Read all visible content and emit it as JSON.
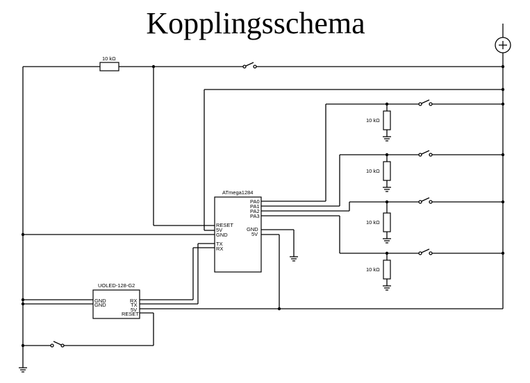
{
  "title": "Kopplingsschema",
  "resistor_label": "10 kΩ",
  "mcu": {
    "name": "ATmega1284",
    "left_pins": [
      "RESET",
      "5V",
      "GND",
      "TX",
      "RX"
    ],
    "right_pins": [
      "PA0",
      "PA1",
      "PA2",
      "PA3",
      "GND",
      "5V"
    ]
  },
  "display": {
    "name": "UOLED-128-G2",
    "left_pins": [
      "GND",
      "GND"
    ],
    "right_pins": [
      "RX",
      "TX",
      "5V",
      "RESET"
    ]
  },
  "components": {
    "switches": 6,
    "pull_down_resistors": 4,
    "pull_up_resistors": 1,
    "power_source": "battery-icon",
    "ground_symbols": 6
  }
}
